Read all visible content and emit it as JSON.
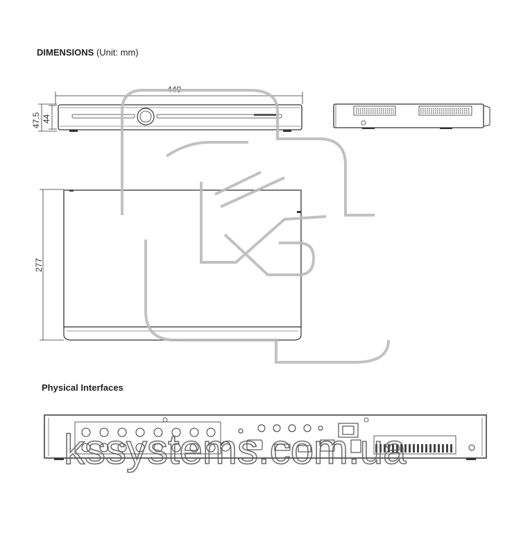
{
  "dimensions": {
    "title": "DIMENSIONS",
    "unit": "(Unit: mm)",
    "width_label": "440",
    "height_outer_label": "47.5",
    "height_inner_label": "44",
    "depth_label": "277"
  },
  "interfaces": {
    "title": "Physical Interfaces"
  },
  "watermark": {
    "text": "kssystems.com.ua"
  }
}
